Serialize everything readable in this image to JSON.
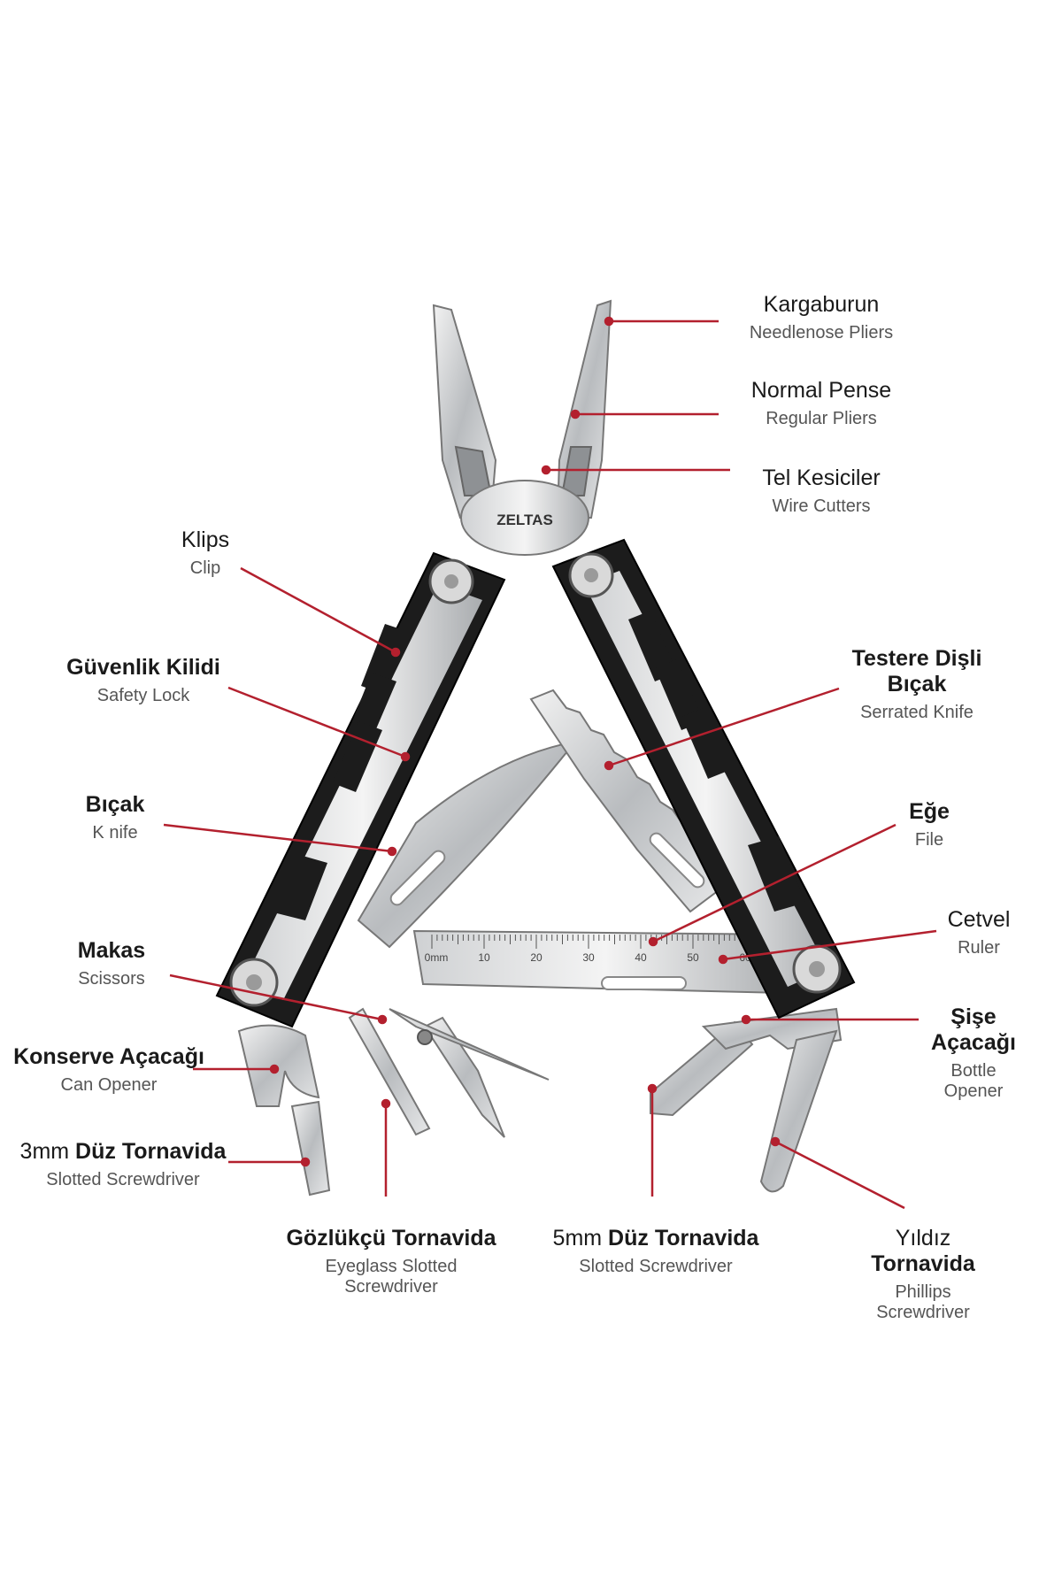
{
  "accent_color": "#b3202e",
  "brand": "ZELTAS",
  "ruler_marks": [
    "0mm",
    "10",
    "20",
    "30",
    "40",
    "50",
    "60"
  ],
  "labels": {
    "kargaburun": {
      "tr": "Kargaburun",
      "en": "Needlenose Pliers"
    },
    "normal_pense": {
      "tr": "Normal Pense",
      "en": "Regular Pliers"
    },
    "tel_kesici": {
      "tr": "Tel Kesiciler",
      "en": "Wire Cutters"
    },
    "klips": {
      "tr": "Klips",
      "en": "Clip"
    },
    "guvenlik": {
      "tr": "Güvenlik Kilidi",
      "en": "Safety Lock"
    },
    "testere": {
      "tr": "Testere Dişli Bıçak",
      "en": "Serrated Knife"
    },
    "bicak": {
      "tr": "Bıçak",
      "en": "K nife"
    },
    "ege": {
      "tr": "Eğe",
      "en": "File"
    },
    "cetvel": {
      "tr": "Cetvel",
      "en": "Ruler"
    },
    "makas": {
      "tr": "Makas",
      "en": "Scissors"
    },
    "sise": {
      "tr": "Şişe Açacağı",
      "en": "Bottle Opener"
    },
    "konserve": {
      "tr": "Konserve Açacağı",
      "en": "Can Opener"
    },
    "duz3": {
      "tr_light": "3mm ",
      "tr_bold": "Düz Tornavida",
      "en": "Slotted Screwdriver"
    },
    "gozlukcu": {
      "tr": "Gözlükçü Tornavida",
      "en": "Eyeglass Slotted Screwdriver"
    },
    "duz5": {
      "tr_light": "5mm ",
      "tr_bold": "Düz Tornavida",
      "en": "Slotted Screwdriver"
    },
    "yildiz": {
      "tr_light": "Yıldız ",
      "tr_bold": "Tornavida",
      "en": "Phillips Screwdriver"
    }
  }
}
